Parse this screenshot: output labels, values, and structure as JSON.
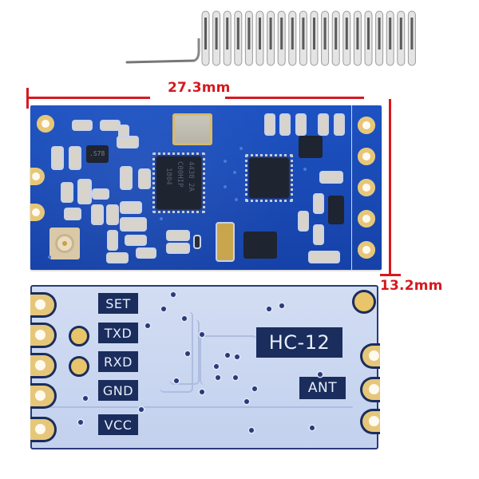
{
  "product": {
    "model": "HC-12",
    "accessory": "spring-antenna"
  },
  "dimensions": {
    "width_label": "27.3mm",
    "height_label": "13.2mm",
    "line_color": "#d7191f"
  },
  "top_board": {
    "color": "#1848b8",
    "main_chip_marking": [
      "4438 2A",
      "C00HIP",
      "1804"
    ],
    "secondary_chip": "MCU",
    "small_ic_marking": ".S78",
    "connector": "U.FL antenna connector",
    "pin_count": 5
  },
  "bottom_board": {
    "color": "#c9d6f0",
    "pin_labels": [
      "SET",
      "TXD",
      "RXD",
      "GND",
      "VCC"
    ],
    "model_label": "HC-12",
    "antenna_label": "ANT"
  }
}
